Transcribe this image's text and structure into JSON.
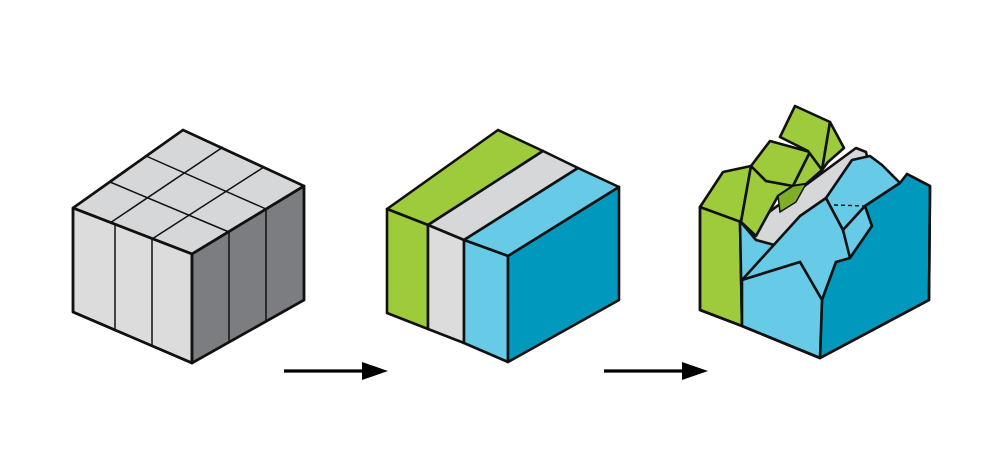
{
  "diagram": {
    "colors": {
      "background": "#ffffff",
      "outline": "#111111",
      "gray_top": "#d6d7d9",
      "gray_front": "#dcdcdd",
      "gray_side": "#7c7d80",
      "green": "#9dcb3c",
      "light_blue": "#67cbe7",
      "dark_blue": "#0099bd",
      "arrow": "#000000"
    },
    "stages": [
      {
        "name": "grid-block",
        "icon": "gray-segmented-cube-icon"
      },
      {
        "name": "striped-block",
        "icon": "green-gray-blue-striped-cube-icon"
      },
      {
        "name": "sculpted-block",
        "icon": "sculpted-landscape-cube-icon"
      }
    ],
    "arrows": [
      {
        "name": "arrow-1",
        "icon": "right-arrow-icon"
      },
      {
        "name": "arrow-2",
        "icon": "right-arrow-icon"
      }
    ]
  }
}
